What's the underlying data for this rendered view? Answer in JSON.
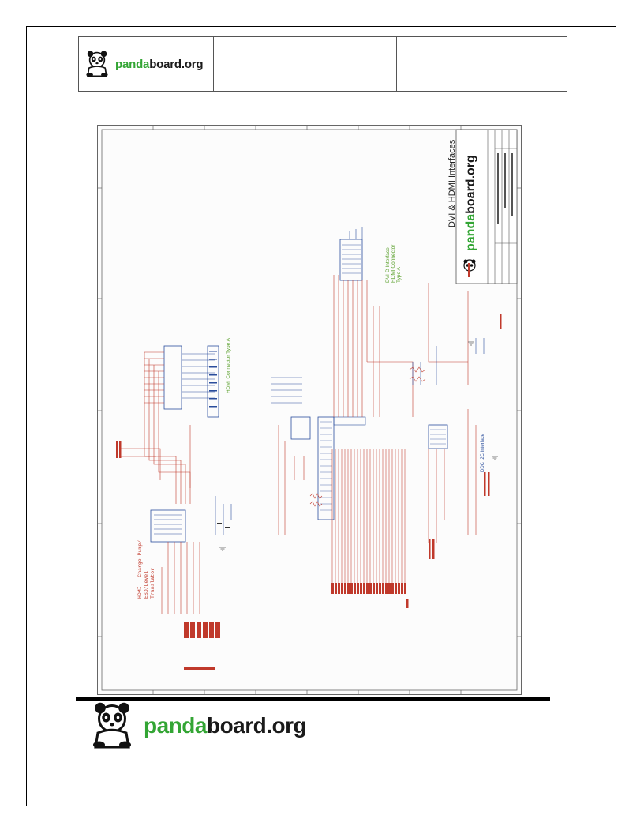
{
  "header": {
    "brand_part1": "panda",
    "brand_part2": "board.org"
  },
  "sheet": {
    "title": "DVI & HDMI Interfaces",
    "logo_part1": "panda",
    "logo_part2": "board.org",
    "hdmi_charge_pump": [
      "HDMI - Charge Pump/",
      "ESD/Level",
      "Translator"
    ],
    "hdmi_connector": "HDMI Connector Type A",
    "dvi_interface": [
      "DVI-D Interface",
      "HDMI Connector",
      "Type A"
    ],
    "ddc_interface": "DDC I2C Interface"
  },
  "footer": {
    "brand_part1": "panda",
    "brand_part2": "board.org"
  },
  "colors": {
    "brand_green": "#33a534",
    "wire_red": "#c0392b",
    "component_blue": "#2a4d9c",
    "annot_green": "#5aa02c"
  }
}
